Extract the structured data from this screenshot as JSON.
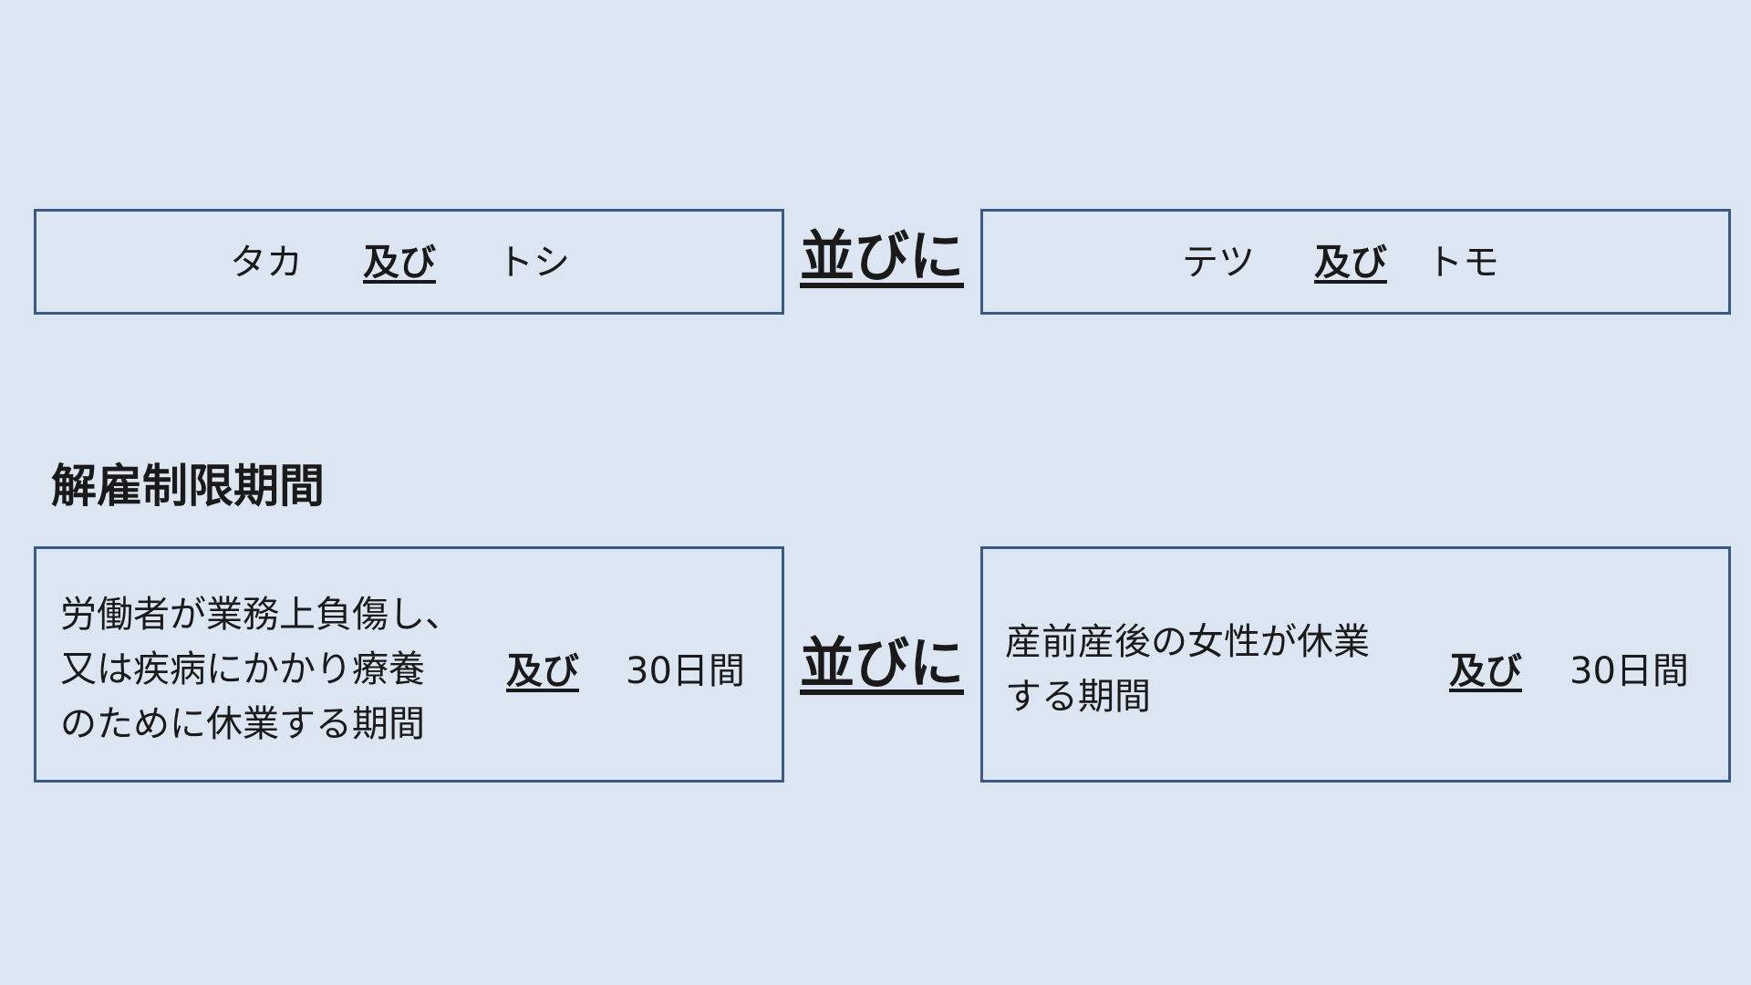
{
  "row1": {
    "left": {
      "item_a": "タカ",
      "joiner": "及び",
      "item_b": "トシ"
    },
    "connector": "並びに",
    "right": {
      "item_a": "テツ",
      "joiner": "及び",
      "item_b": "トモ"
    }
  },
  "row2": {
    "heading": "解雇制限期間",
    "left": {
      "lines": [
        "労働者が業務上負傷し、",
        "又は疾病にかかり療養",
        "のために休業する期間"
      ],
      "joiner": "及び",
      "item_b": "30日間"
    },
    "connector": "並びに",
    "right": {
      "lines": [
        "産前産後の女性が休業",
        "する期間"
      ],
      "joiner": "及び",
      "item_b": "30日間"
    }
  },
  "colors": {
    "background": "#dce6f2",
    "border": "#3d5a86",
    "text": "#1a1a1a"
  }
}
